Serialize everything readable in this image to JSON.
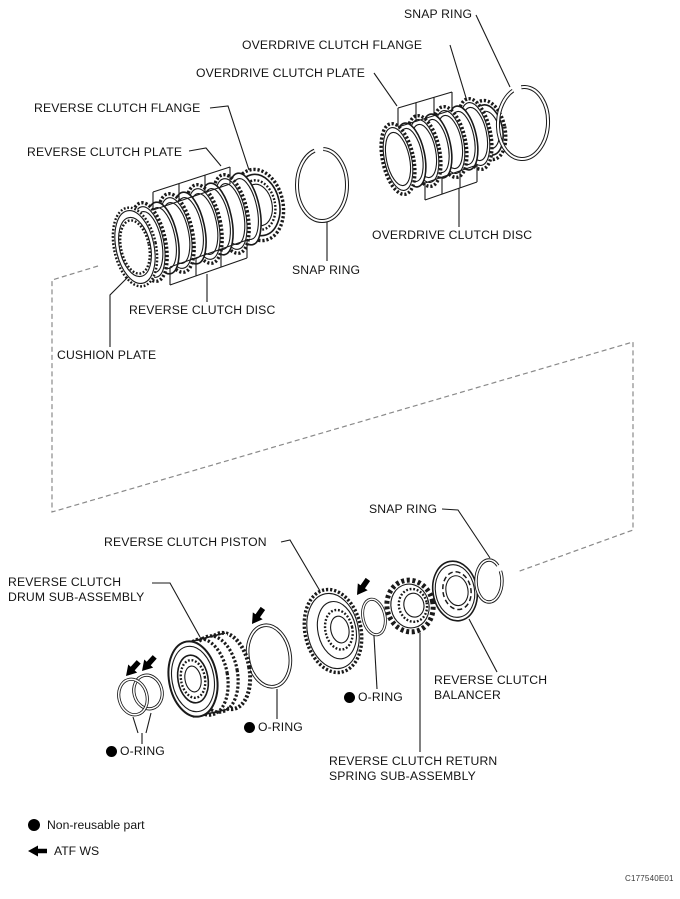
{
  "figure_code": "C177540E01",
  "symbols": {
    "bullet": "●",
    "non_reusable_icon": "filled-circle",
    "atf_icon": "left-arrow"
  },
  "labels": {
    "snap_ring_top": "SNAP RING",
    "overdrive_clutch_flange": "OVERDRIVE CLUTCH FLANGE",
    "overdrive_clutch_plate": "OVERDRIVE CLUTCH PLATE",
    "reverse_clutch_flange": "REVERSE CLUTCH FLANGE",
    "reverse_clutch_plate": "REVERSE CLUTCH PLATE",
    "overdrive_clutch_disc": "OVERDRIVE CLUTCH DISC",
    "snap_ring_middle": "SNAP RING",
    "reverse_clutch_disc": "REVERSE CLUTCH DISC",
    "cushion_plate": "CUSHION PLATE",
    "snap_ring_bottom": "SNAP RING",
    "reverse_clutch_piston": "REVERSE CLUTCH PISTON",
    "reverse_clutch_drum": {
      "line1": "REVERSE CLUTCH",
      "line2": "DRUM SUB-ASSEMBLY"
    },
    "oring_left": "O-RING",
    "oring_center": "O-RING",
    "oring_right": "O-RING",
    "reverse_clutch_balancer": {
      "line1": "REVERSE CLUTCH",
      "line2": "BALANCER"
    },
    "return_spring": {
      "line1": "REVERSE CLUTCH RETURN",
      "line2": "SPRING SUB-ASSEMBLY"
    }
  },
  "legend": {
    "non_reusable": "Non-reusable part",
    "atf": "ATF WS"
  },
  "colors": {
    "line": "#1a1a1a",
    "dashed_plane": "#8a8a8a",
    "background": "#ffffff"
  }
}
